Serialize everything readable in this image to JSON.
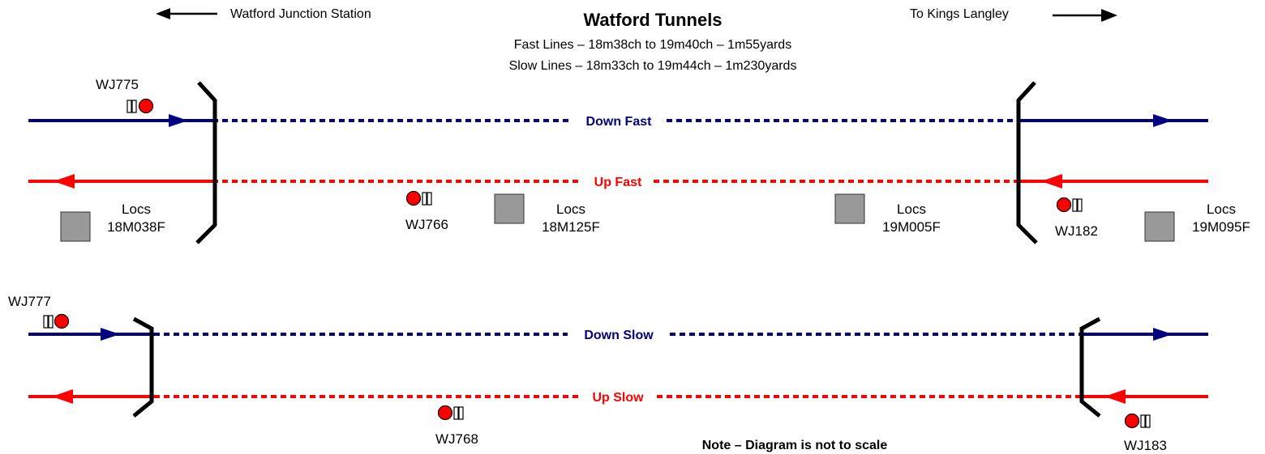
{
  "title": "Watford Tunnels",
  "subtitle_fast": "Fast Lines – 18m38ch to 19m40ch – 1m55yards",
  "subtitle_slow": "Slow Lines – 18m33ch to 19m44ch – 1m230yards",
  "nav_left": "Watford Junction Station",
  "nav_right": "To Kings Langley",
  "note": "Note – Diagram is not to scale",
  "colors": {
    "down": "#000080",
    "up": "#ff0000",
    "signal": "#ff0000",
    "loc_box": "#999999",
    "portal": "#000000"
  },
  "lines": {
    "down_fast": "Down Fast",
    "up_fast": "Up Fast",
    "down_slow": "Down Slow",
    "up_slow": "Up Slow"
  },
  "signals": {
    "wj775": "WJ775",
    "wj766": "WJ766",
    "wj182": "WJ182",
    "wj777": "WJ777",
    "wj768": "WJ768",
    "wj183": "WJ183"
  },
  "locs": {
    "heading": "Locs",
    "l1": "18M038F",
    "l2": "18M125F",
    "l3": "19M005F",
    "l4": "19M095F"
  }
}
